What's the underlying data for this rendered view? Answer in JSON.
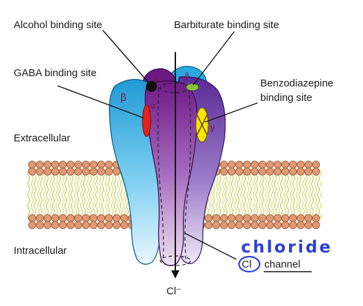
{
  "labels": {
    "alcohol": "Alcohol binding site",
    "barbiturate": "Barbiturate binding site",
    "gaba": "GABA binding site",
    "benzo_line1": "Benzodiazepine",
    "benzo_line2": "binding site",
    "extracellular": "Extracellular",
    "intracellular": "Intracellular",
    "cl_out": "Cl⁻",
    "channel": "channel",
    "cl_circle": "Cl"
  },
  "annotation": {
    "handwritten": "chloride"
  },
  "subunits": {
    "beta_left": "β",
    "alpha_top": "α",
    "beta_top": "β",
    "alpha_mid": "α",
    "gamma": "γ"
  },
  "colors": {
    "beta_blue": "#29a9e0",
    "alpha_purple": "#7a1f8c",
    "gamma_purple": "#6a3aa0",
    "lipid_head": "#e09a72",
    "lipid_tail": "#d8df7a",
    "gaba_site": "#e2231a",
    "benzo_site": "#ffe600",
    "barb_site": "#8ac43f",
    "alcohol_site": "#111111",
    "annotation_ink": "#2b3fd6"
  }
}
